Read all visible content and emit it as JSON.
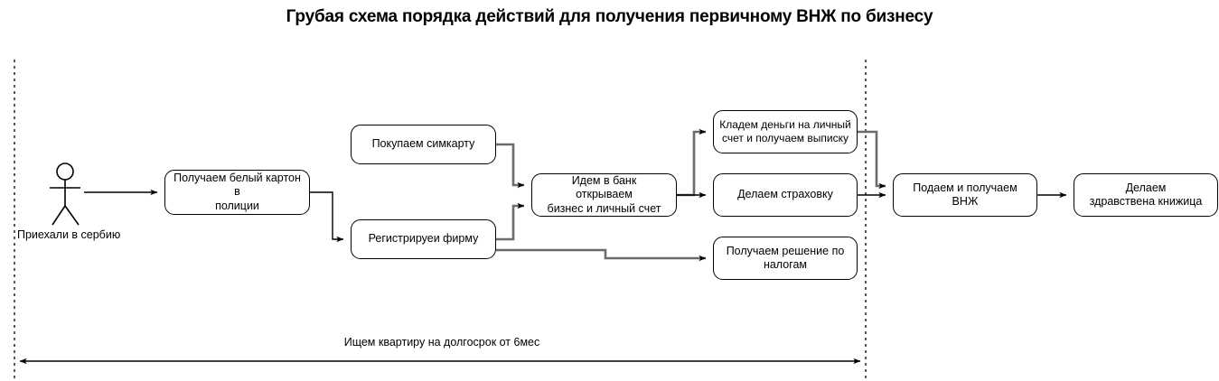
{
  "title": "Грубая схема порядка действий для получения первичному ВНЖ по бизнесу",
  "actor": {
    "name": "stick-figure-actor",
    "label": "Приехали в сербию"
  },
  "nodes": [
    {
      "id": "white-carton",
      "label": "Получаем белый картон в\nполиции"
    },
    {
      "id": "sim-card",
      "label": "Покупаем симкарту"
    },
    {
      "id": "register-firm",
      "label": "Регистрируеи фирму"
    },
    {
      "id": "bank",
      "label": "Идем в банк\nоткрываем\nбизнес и личный счет"
    },
    {
      "id": "deposit-money",
      "label": "Кладем деньги на личный\nсчет и получаем выписку"
    },
    {
      "id": "insurance",
      "label": "Делаем страховку"
    },
    {
      "id": "tax-decision",
      "label": "Получаем решение по\nналогам"
    },
    {
      "id": "submit-vnz",
      "label": "Подаем и получаем ВНЖ"
    },
    {
      "id": "health-book",
      "label": "Делаем\nздравствена книжица"
    }
  ],
  "span_annotation": {
    "label": "Ищем квартиру на долгосрок от 6мес"
  },
  "colors": {
    "stroke": "#000000",
    "gray_wire": "#6b6b6b",
    "background": "#ffffff"
  }
}
